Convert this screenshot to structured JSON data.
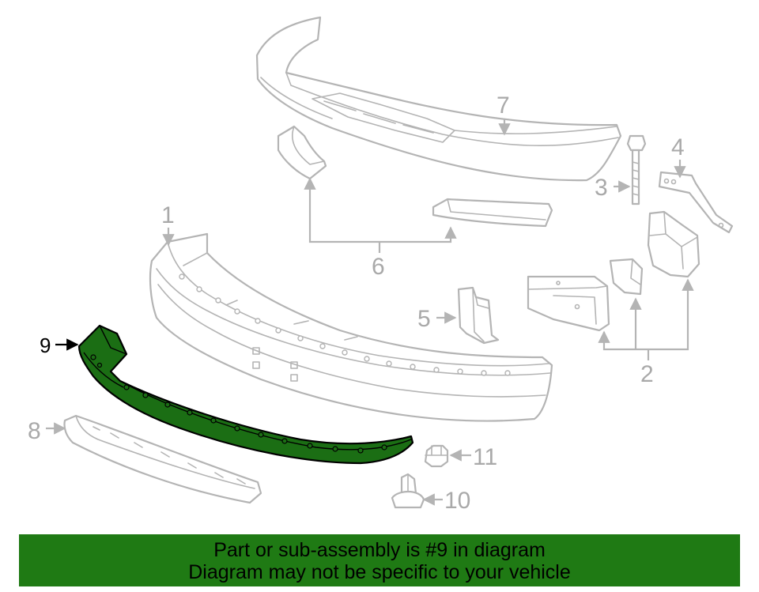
{
  "diagram": {
    "callouts": {
      "c1": "1",
      "c2": "2",
      "c3": "3",
      "c4": "4",
      "c5": "5",
      "c6": "6",
      "c7": "7",
      "c8": "8",
      "c9": "9",
      "c10": "10",
      "c11": "11"
    },
    "highlighted_part": "9",
    "highlight_color": "#1f7a14"
  },
  "banner": {
    "line1": "Part or sub-assembly is #9 in diagram",
    "line2": "Diagram may not be specific to your vehicle"
  }
}
